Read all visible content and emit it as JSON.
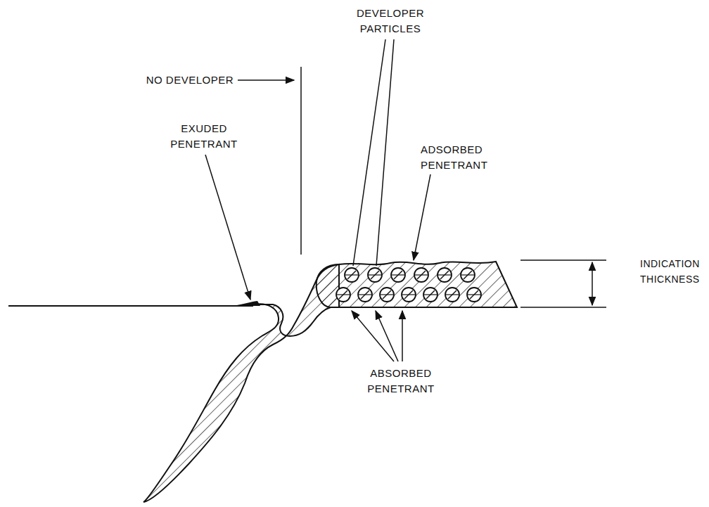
{
  "diagram": {
    "labels": [
      "DEVELOPER PARTICLES",
      "NO DEVELOPER",
      "ADSORBED PENETRANT",
      "EXUDED PENETRANT",
      "INDICATION THICKNESS",
      "ABSORBED PENETRANT"
    ]
  }
}
